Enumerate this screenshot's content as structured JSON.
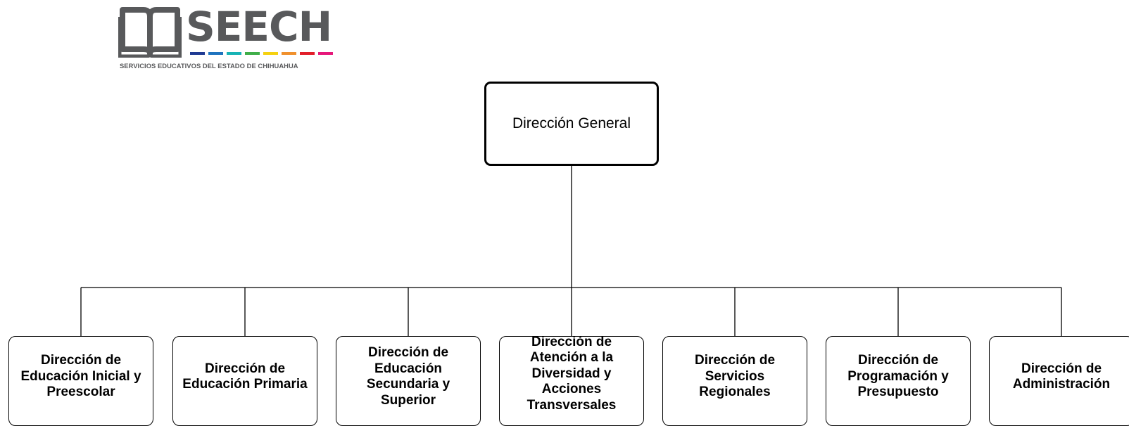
{
  "logo": {
    "name": "SEECH",
    "tagline": "SERVICIOS EDUCATIVOS DEL ESTADO DE CHIHUAHUA",
    "icon": "open-book-icon",
    "text_color": "#58595b",
    "stripe_colors": [
      "#1f3a93",
      "#1e73be",
      "#16b3b5",
      "#3fae49",
      "#f5d10f",
      "#f0902c",
      "#e21e2a",
      "#e6177a"
    ]
  },
  "org_chart": {
    "root": {
      "label": "Dirección General"
    },
    "children": [
      {
        "label": "Dirección de\nEducación Inicial y\nPreescolar"
      },
      {
        "label": "Dirección de\nEducación Primaria"
      },
      {
        "label": "Dirección de\nEducación\nSecundaria y\nSuperior"
      },
      {
        "label": "Dirección de\nAtención a la\nDiversidad y\nAcciones\nTransversales"
      },
      {
        "label": "Dirección de\nServicios\nRegionales"
      },
      {
        "label": "Dirección de\nProgramación y\nPresupuesto"
      },
      {
        "label": "Dirección de\nAdministración"
      }
    ]
  },
  "colors": {
    "border": "#000000",
    "connector": "#000000",
    "background": "#ffffff"
  }
}
